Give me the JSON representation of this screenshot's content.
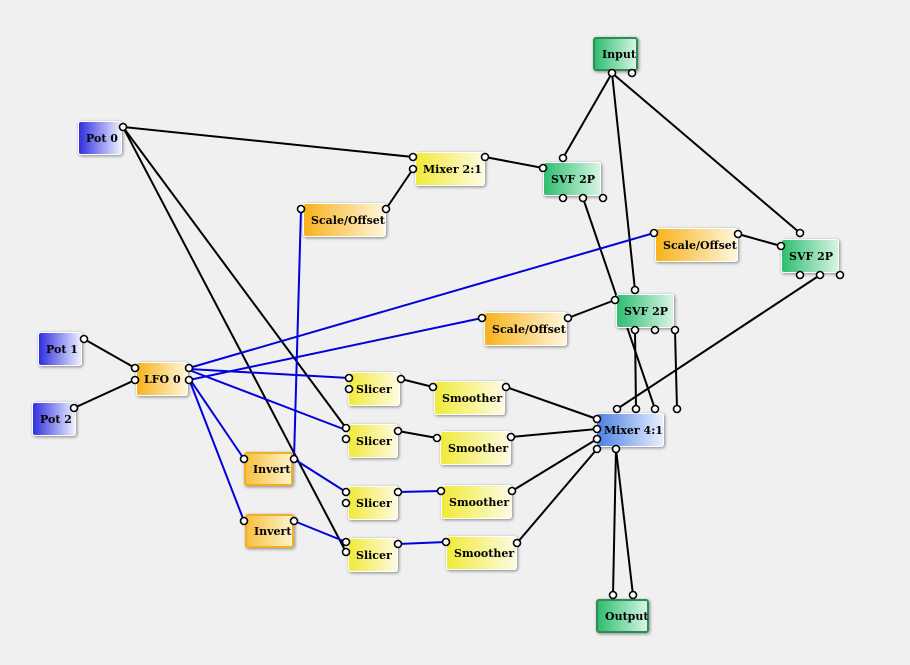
{
  "nodes": {
    "input": "Input",
    "output": "Output",
    "pot0": "Pot 0",
    "pot1": "Pot 1",
    "pot2": "Pot 2",
    "lfo0": "LFO 0",
    "mixer21": "Mixer 2:1",
    "mixer41": "Mixer 4:1",
    "scale1": "Scale/Offset",
    "scale2": "Scale/Offset",
    "scale3": "Scale/Offset",
    "svf1": "SVF 2P",
    "svf2": "SVF 2P",
    "svf3": "SVF 2P",
    "invert1": "Invert",
    "invert2": "Invert",
    "slicer1": "Slicer",
    "slicer2": "Slicer",
    "slicer3": "Slicer",
    "slicer4": "Slicer",
    "smoother1": "Smoother",
    "smoother2": "Smoother",
    "smoother3": "Smoother",
    "smoother4": "Smoother"
  },
  "colors": {
    "audio_wire": "#000000",
    "control_wire": "#0000dd",
    "background": "#f0f0f0"
  }
}
